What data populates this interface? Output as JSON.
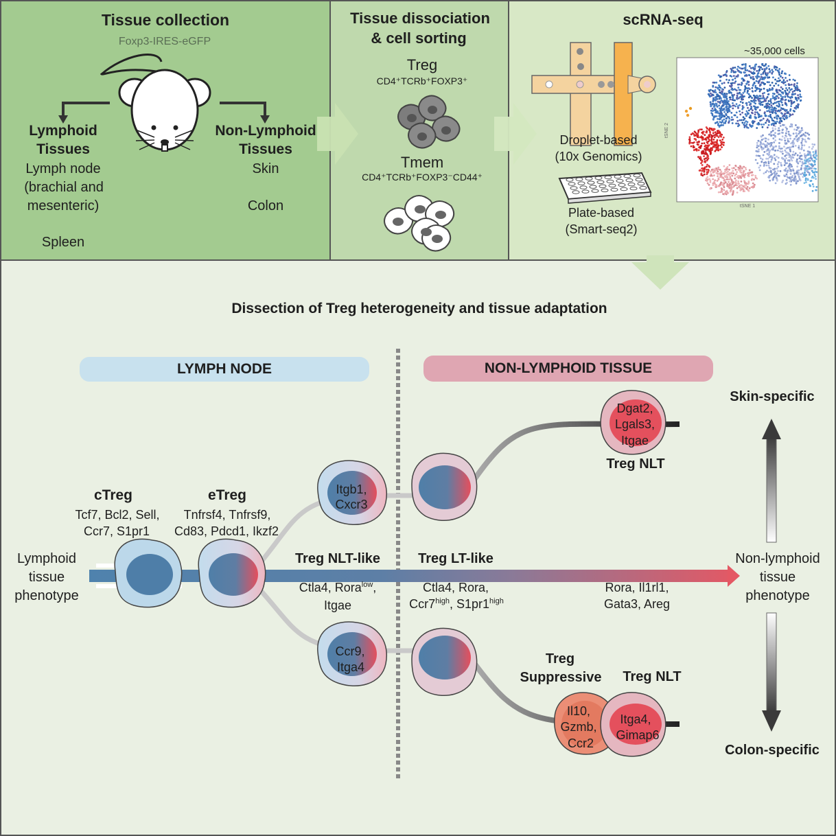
{
  "panel1": {
    "title": "Tissue collection",
    "subtitle": "Foxp3-IRES-eGFP",
    "lymphoid": {
      "heading": [
        "Lymphoid",
        "Tissues"
      ],
      "items": [
        "Lymph node",
        "(brachial and",
        "mesenteric)",
        "Spleen"
      ]
    },
    "nonlymphoid": {
      "heading": [
        "Non-Lymphoid",
        "Tissues"
      ],
      "items": [
        "Skin",
        "Colon"
      ]
    }
  },
  "panel2": {
    "title": [
      "Tissue dissociation",
      "& cell sorting"
    ],
    "treg_label": "Treg",
    "treg_markers": "CD4⁺TCRb⁺FOXP3⁺",
    "tmem_label": "Tmem",
    "tmem_markers": "CD4⁺TCRb⁺FOXP3⁻CD44⁺"
  },
  "panel3": {
    "title": "scRNA-seq",
    "droplet": [
      "Droplet-based",
      "(10x Genomics)"
    ],
    "plate": [
      "Plate-based",
      "(Smart-seq2)"
    ],
    "cells": "~35,000 cells",
    "tsne_x": "tSNE 1",
    "tsne_y": "tSNE 2"
  },
  "bottom": {
    "title": "Dissection of Treg heterogeneity and tissue adaptation",
    "lymph_node": "LYMPH NODE",
    "non_lymphoid": "NON-LYMPHOID TISSUE",
    "ctreg": {
      "name": "cTreg",
      "genes": [
        "Tcf7, Bcl2, Sell,",
        "Ccr7, S1pr1"
      ]
    },
    "etreg": {
      "name": "eTreg",
      "genes": [
        "Tnfrsf4, Tnfrsf9,",
        "Cd83, Pdcd1, Ikzf2"
      ]
    },
    "nlt_like": {
      "name": "Treg NLT-like",
      "genes": [
        "Ctla4, Rora",
        "low",
        ",",
        "Itgae"
      ]
    },
    "lt_like": {
      "name": "Treg LT-like",
      "genes": [
        "Ctla4, Rora,",
        "Ccr7",
        "high",
        ", S1pr1",
        "high"
      ]
    },
    "nlt_genes": [
      "Rora, Il1rl1,",
      "Gata3, Areg"
    ],
    "lymphoid_phenotype": [
      "Lymphoid",
      "tissue",
      "phenotype"
    ],
    "nonlymphoid_phenotype": [
      "Non-lymphoid",
      "tissue",
      "phenotype"
    ],
    "skin_specific": "Skin-specific",
    "colon_specific": "Colon-specific",
    "upper_cell_genes": [
      "Itgb1,",
      "Cxcr3"
    ],
    "lower_cell_genes": [
      "Ccr9,",
      "Itga4"
    ],
    "skin_nlt": {
      "genes": [
        "Dgat2,",
        "Lgals3,",
        "Itgae"
      ],
      "name": "Treg NLT"
    },
    "suppressive": {
      "name": [
        "Treg",
        "Suppressive"
      ],
      "genes": [
        "Il10,",
        "Gzmb,",
        "Ccr2"
      ]
    },
    "colon_nlt": {
      "name": "Treg NLT",
      "genes": [
        "Itga4,",
        "Gimap6"
      ]
    }
  }
}
